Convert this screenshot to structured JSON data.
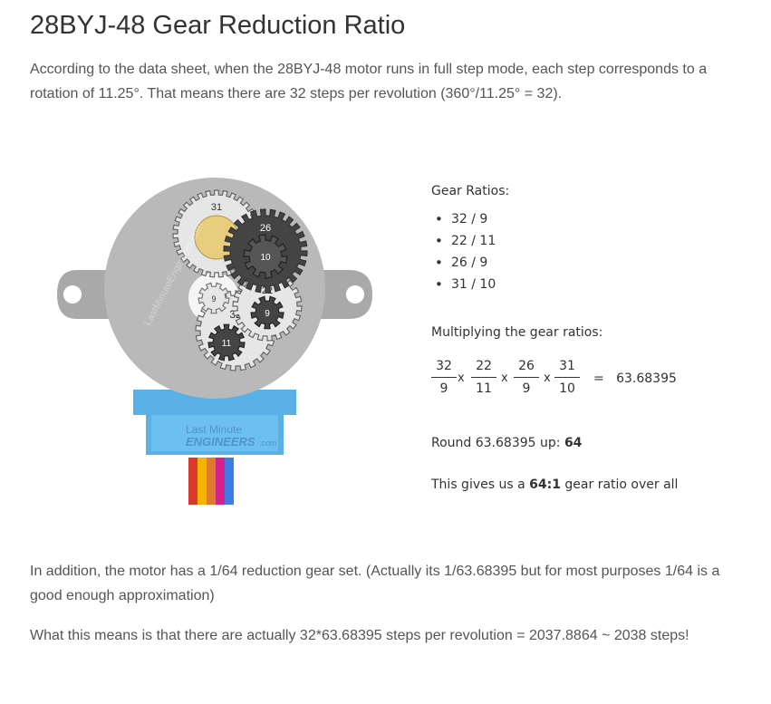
{
  "title": "28BYJ-48 Gear Reduction Ratio",
  "intro": "According to the data sheet, when the 28BYJ-48 motor runs in full step mode, each step corresponds to a rotation of 11.25°. That means there are 32 steps per revolution (360°/11.25° = 32).",
  "figure": {
    "gear_labels": [
      "31",
      "26",
      "10",
      "9",
      "22",
      "9",
      "32",
      "11"
    ],
    "watermark_text": "LastMinuteEngineers.com",
    "logo_line1": "Last Minute",
    "logo_line2": "ENGINEERS",
    "logo_suffix": ".com",
    "colors": {
      "housing": "#b9b9b9",
      "blue_base": "#5ab1e8",
      "wires": [
        "#d93a2b",
        "#f4b400",
        "#e07b2c",
        "#d4218d",
        "#3b7de0"
      ]
    }
  },
  "gear_ratios": {
    "heading": "Gear Ratios:",
    "items": [
      "32 / 9",
      "22 / 11",
      "26 / 9",
      "31 / 10"
    ]
  },
  "multiplying": {
    "heading": "Multiplying the gear ratios:",
    "fractions": [
      {
        "num": "32",
        "den": "9"
      },
      {
        "num": "22",
        "den": "11"
      },
      {
        "num": "26",
        "den": "9"
      },
      {
        "num": "31",
        "den": "10"
      }
    ],
    "operator": "x",
    "result": "=   63.68395"
  },
  "round": {
    "prefix": "Round 63.68395 up: ",
    "value": "64"
  },
  "gives": {
    "prefix": "This gives us a ",
    "bold": "64:1",
    "suffix": " gear ratio over all"
  },
  "para2": "In addition, the motor has a 1/64 reduction gear set. (Actually its 1/63.68395 but for most purposes 1/64 is a good enough approximation)",
  "para3": "What this means is that there are actually 32*63.68395 steps per revolution = 2037.8864 ~ 2038 steps!"
}
